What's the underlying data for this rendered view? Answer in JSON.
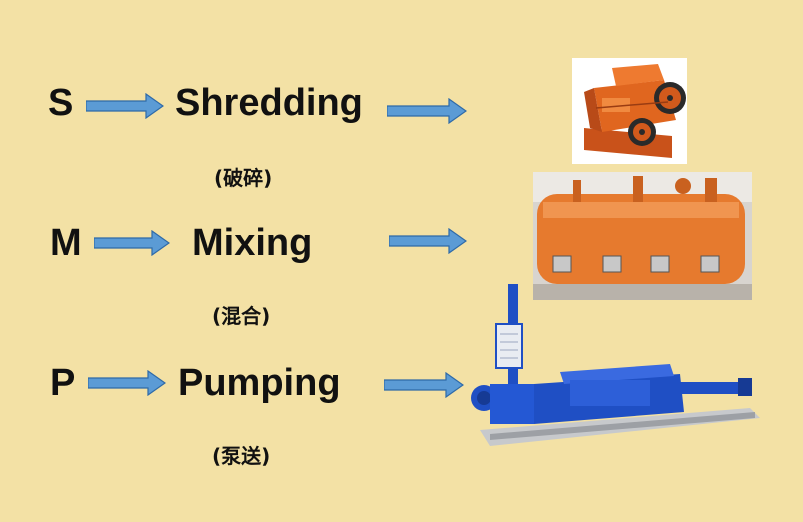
{
  "rows": [
    {
      "letter": "S",
      "word": "Shredding",
      "chinese": "(破碎)"
    },
    {
      "letter": "M",
      "word": "Mixing",
      "chinese": "(混合)"
    },
    {
      "letter": "P",
      "word": "Pumping",
      "chinese": "(泵送)"
    }
  ],
  "colors": {
    "background": "#f3e1a5",
    "arrow_fill": "#5b9bd5",
    "arrow_stroke": "#2e6aa8",
    "shredder": "#e0661f",
    "mixer": "#e67a2e",
    "pump": "#1f4fc4"
  },
  "illustrations": [
    "shredder-machine",
    "mixer-machine",
    "pump-machine"
  ]
}
